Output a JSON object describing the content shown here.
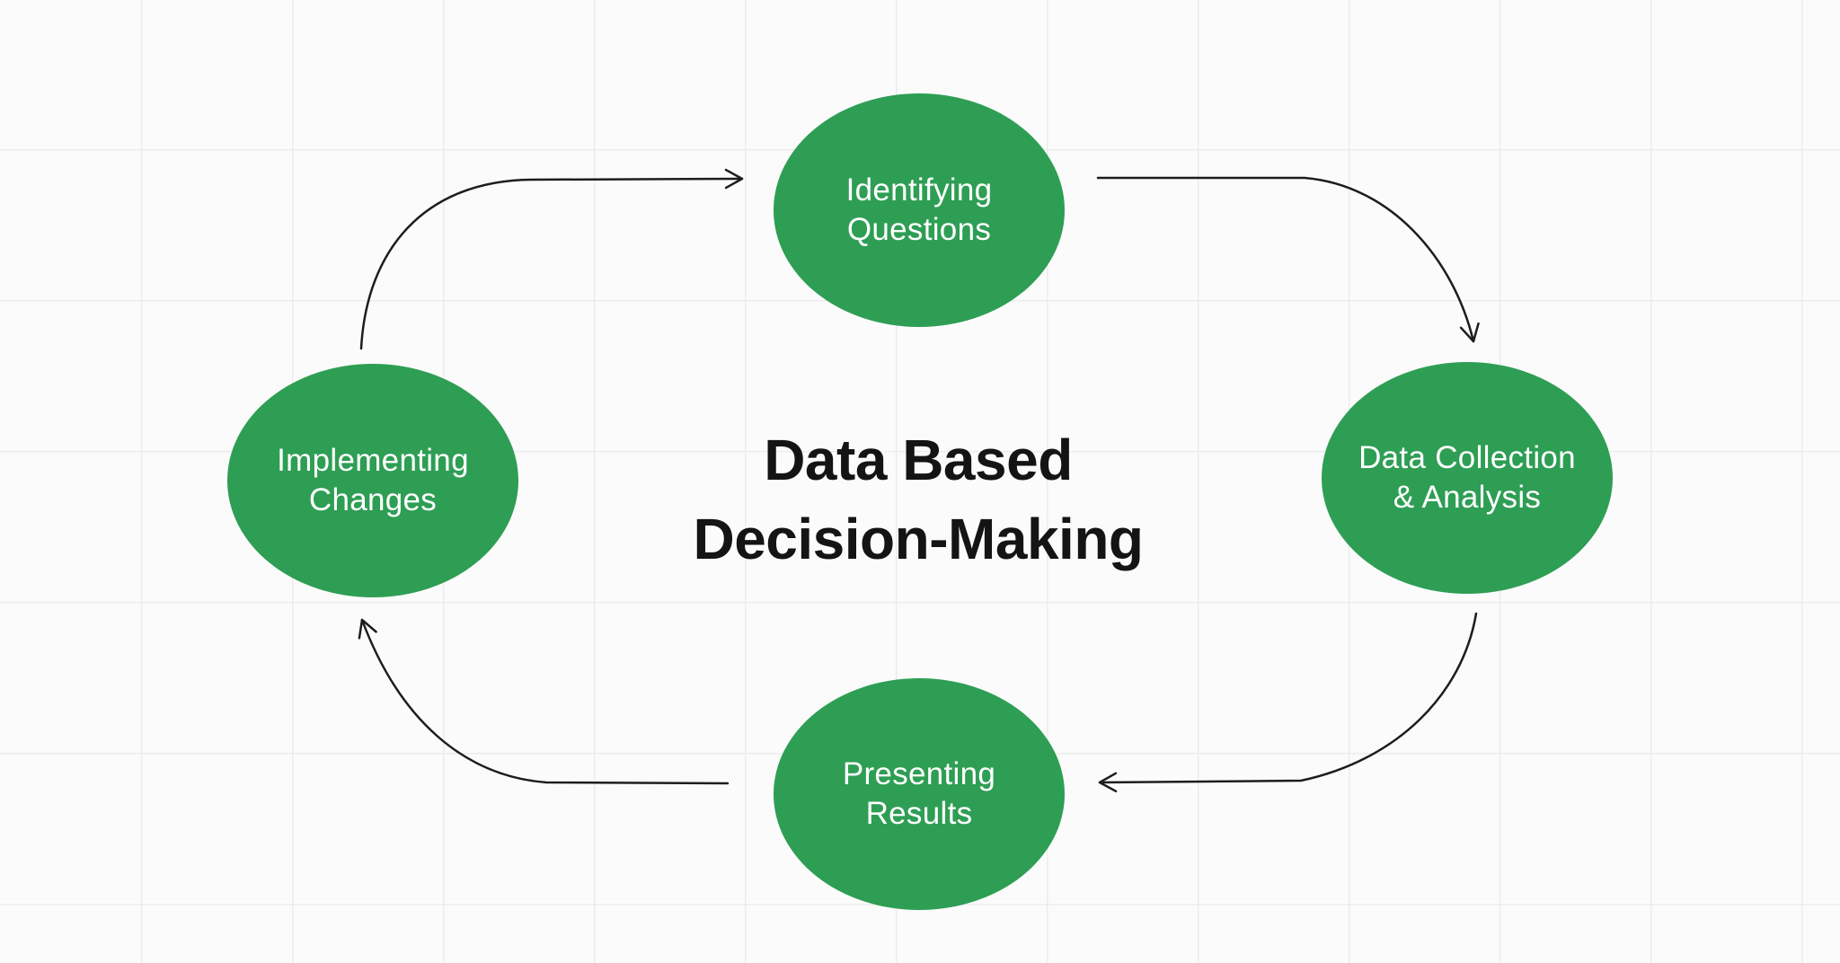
{
  "page": {
    "background_color": "#fbfbfb",
    "grid_line_color": "#ececec"
  },
  "diagram": {
    "title": {
      "line1": "Data Based",
      "line2": "Decision-Making"
    },
    "nodes": [
      {
        "id": "identifying-questions",
        "position": "top",
        "lines": [
          "Identifying",
          "Questions"
        ]
      },
      {
        "id": "data-collection-analysis",
        "position": "right",
        "lines": [
          "Data Collection",
          "& Analysis"
        ]
      },
      {
        "id": "presenting-results",
        "position": "bottom",
        "lines": [
          "Presenting",
          "Results"
        ]
      },
      {
        "id": "implementing-changes",
        "position": "left",
        "lines": [
          "Implementing",
          "Changes"
        ]
      }
    ],
    "connections": [
      {
        "from": "implementing-changes",
        "to": "identifying-questions"
      },
      {
        "from": "identifying-questions",
        "to": "data-collection-analysis"
      },
      {
        "from": "data-collection-analysis",
        "to": "presenting-results"
      },
      {
        "from": "presenting-results",
        "to": "implementing-changes"
      }
    ],
    "flow_direction": "clockwise",
    "colors": {
      "node_fill": "#2e9e54",
      "node_text": "#ffffff",
      "title_text": "#141414",
      "arrow": "#1d1d1d"
    }
  }
}
